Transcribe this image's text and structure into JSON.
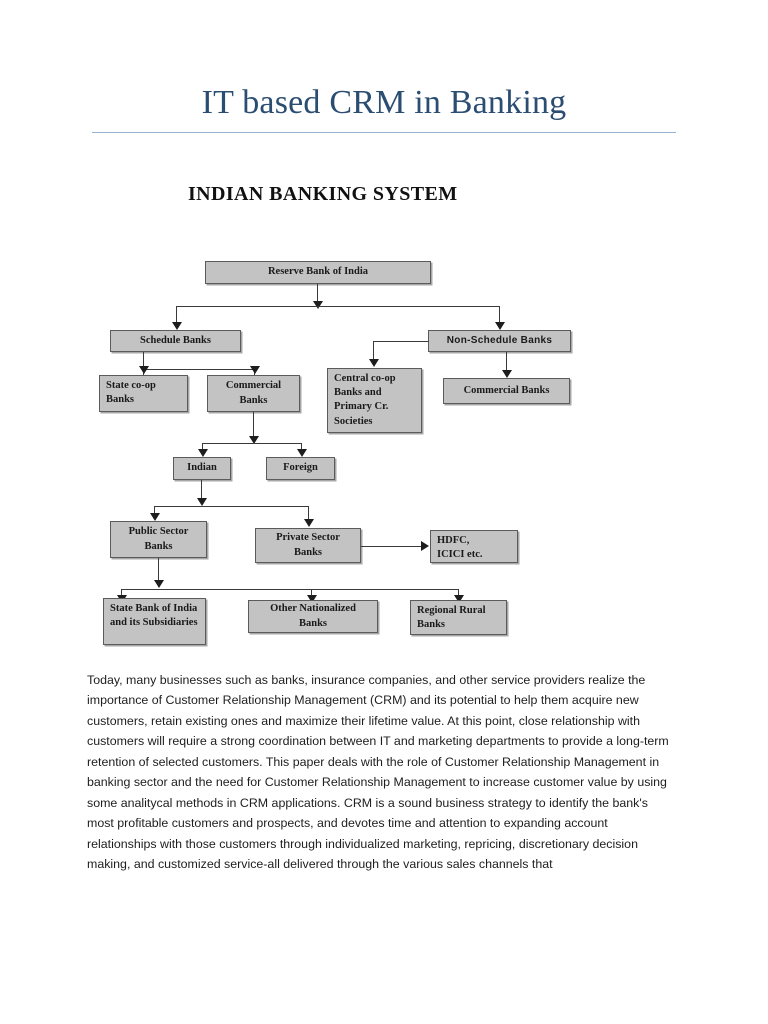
{
  "document": {
    "title": "IT based CRM in Banking"
  },
  "figure": {
    "title": "INDIAN BANKING SYSTEM",
    "nodes": {
      "rbi": "Reserve Bank of India",
      "schedule_banks": "Schedule Banks",
      "non_schedule_banks": "Non-Schedule Banks",
      "state_coop_banks": "State co-op\nBanks",
      "commercial_banks_left": "Commercial\nBanks",
      "central_coop_banks": "Central co-op\nBanks and\nPrimary Cr.\nSocieties",
      "commercial_banks_right": "Commercial Banks",
      "indian": "Indian",
      "foreign": "Foreign",
      "public_sector_banks": "Public Sector\nBanks",
      "private_sector_banks": "Private Sector\nBanks",
      "hdfc_icici": "HDFC,\nICICI etc.",
      "sbi_subsidiaries": "State Bank of India\nand its Subsidiaries",
      "other_nationalized_banks": "Other Nationalized\nBanks",
      "regional_rural_banks": "Regional Rural\nBanks"
    }
  },
  "body": {
    "paragraph": "Today, many businesses such as banks, insurance companies, and other service providers realize the importance of Customer Relationship Management (CRM) and its potential to help them acquire new customers, retain existing ones and maximize their lifetime value. At this point, close relationship with customers will require a strong coordination between IT and marketing departments to provide a long-term retention of selected customers. This paper deals with the role of Customer Relationship Management in banking sector and the need for Customer Relationship Management to increase customer value by using some analitycal methods in CRM applications. CRM is a sound business strategy to identify the bank's most profitable customers and prospects, and devotes time and attention to expanding account relationships with those customers through individualized marketing, repricing, discretionary decision making, and customized service-all delivered through the various sales channels that"
  },
  "colors": {
    "title_blue": "#2b4d72",
    "rule_blue": "#9cb4cd",
    "node_fill": "#c3c3c3",
    "node_border": "#5b5b5b",
    "connector": "#3a3a3a"
  }
}
